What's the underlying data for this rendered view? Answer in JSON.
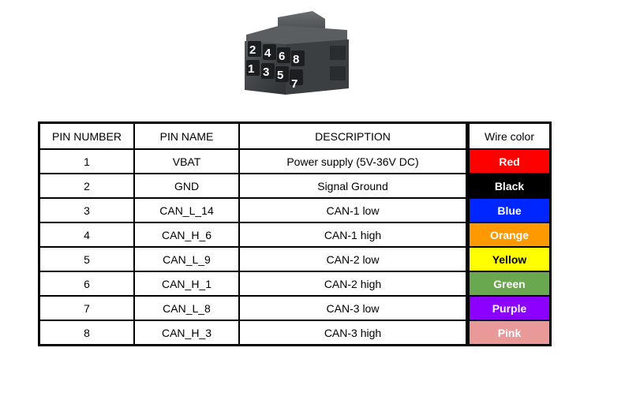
{
  "connector": {
    "pins_top": [
      "2",
      "4",
      "6",
      "8"
    ],
    "pins_bottom": [
      "1",
      "3",
      "5",
      "7"
    ]
  },
  "table": {
    "headers": {
      "pin_number": "PIN NUMBER",
      "pin_name": "PIN NAME",
      "description": "DESCRIPTION",
      "wire_color": "Wire color"
    },
    "rows": [
      {
        "number": "1",
        "name": "VBAT",
        "description": "Power supply (5V-36V DC)",
        "color": "Red",
        "bg": "#ff0000",
        "fg": "#ffffff"
      },
      {
        "number": "2",
        "name": "GND",
        "description": "Signal Ground",
        "color": "Black",
        "bg": "#000000",
        "fg": "#ffffff"
      },
      {
        "number": "3",
        "name": "CAN_L_14",
        "description": "CAN-1 low",
        "color": "Blue",
        "bg": "#0026ff",
        "fg": "#ffffff"
      },
      {
        "number": "4",
        "name": "CAN_H_6",
        "description": "CAN-1 high",
        "color": "Orange",
        "bg": "#ff9900",
        "fg": "#ffffff"
      },
      {
        "number": "5",
        "name": "CAN_L_9",
        "description": "CAN-2 low",
        "color": "Yellow",
        "bg": "#ffff00",
        "fg": "#000000"
      },
      {
        "number": "6",
        "name": "CAN_H_1",
        "description": "CAN-2 high",
        "color": "Green",
        "bg": "#6aa84f",
        "fg": "#ffffff"
      },
      {
        "number": "7",
        "name": "CAN_L_8",
        "description": "CAN-3 low",
        "color": "Purple",
        "bg": "#8b00ff",
        "fg": "#ffffff"
      },
      {
        "number": "8",
        "name": "CAN_H_3",
        "description": "CAN-3 high",
        "color": "Pink",
        "bg": "#ea9999",
        "fg": "#ffffff"
      }
    ]
  }
}
